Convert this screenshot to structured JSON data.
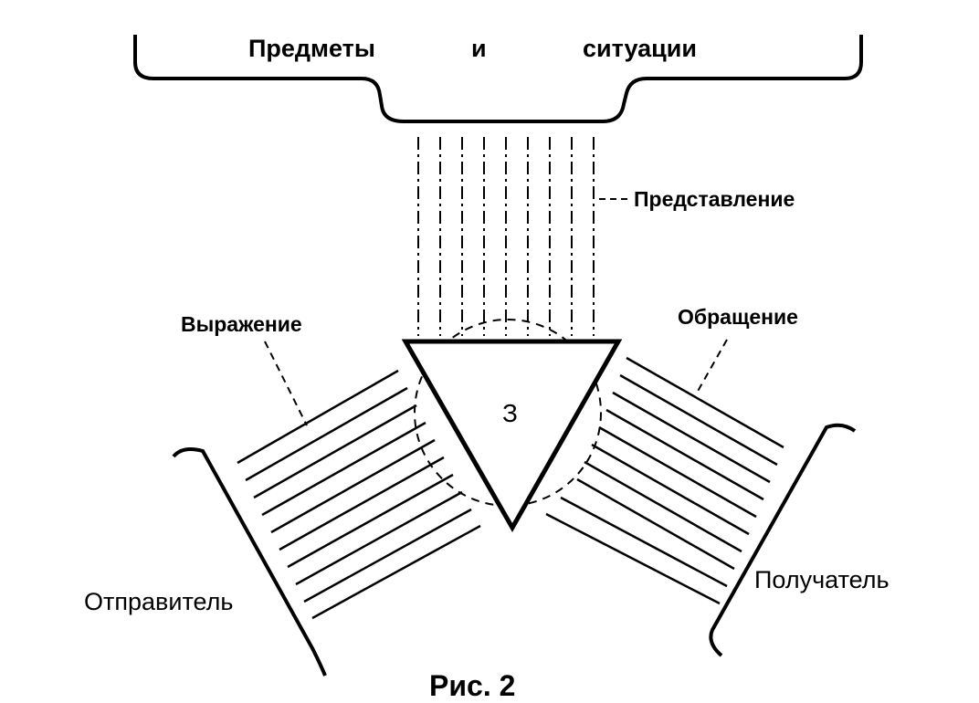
{
  "diagram": {
    "objects_brace_labels": [
      "Предметы",
      "и",
      "ситуации"
    ],
    "representation_label": "Представление",
    "expression_label": "Выражение",
    "appeal_label": "Обращение",
    "sign_label": "З",
    "sender_label": "Отправитель",
    "receiver_label": "Получатель",
    "caption_fragment": "Рис. 2"
  }
}
